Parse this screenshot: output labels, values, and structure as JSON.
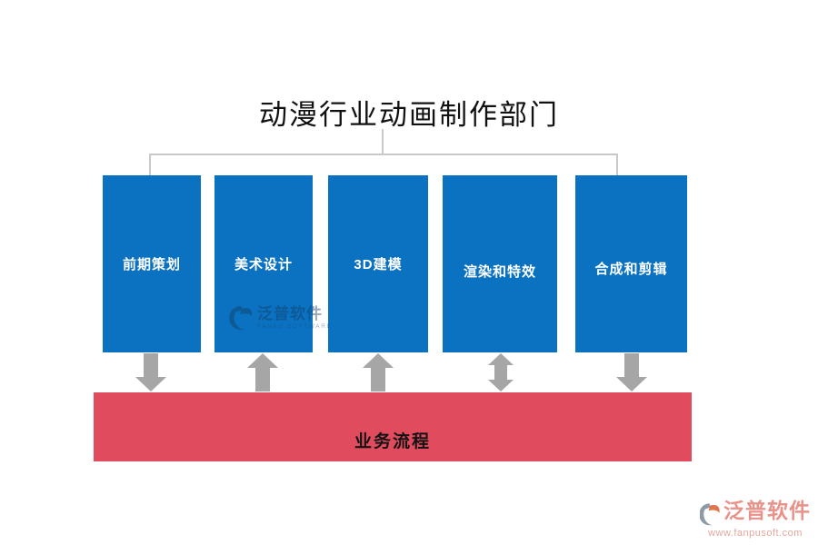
{
  "title": "动漫行业动画制作部门",
  "departments": [
    {
      "label": "前期策划"
    },
    {
      "label": "美术设计"
    },
    {
      "label": "3D建模"
    },
    {
      "label": "渲染和特效"
    },
    {
      "label": "合成和剪辑"
    }
  ],
  "arrows": [
    {
      "direction": "down"
    },
    {
      "direction": "up"
    },
    {
      "direction": "up"
    },
    {
      "direction": "both"
    },
    {
      "direction": "down"
    }
  ],
  "process_bar": {
    "label": "业务流程"
  },
  "watermark": {
    "brand": "泛普软件",
    "subtitle": "FANPU SOFTWARE"
  },
  "footer_logo": {
    "brand": "泛普软件",
    "url": "www.fanpusoft.com"
  },
  "colors": {
    "box_blue": "#0b71c1",
    "bar_red": "#e04b5e",
    "arrow_gray": "#a6a6a6",
    "connector_gray": "#c9c9c9",
    "logo_salmon": "#e8928a",
    "watermark_blue": "#123f66"
  }
}
